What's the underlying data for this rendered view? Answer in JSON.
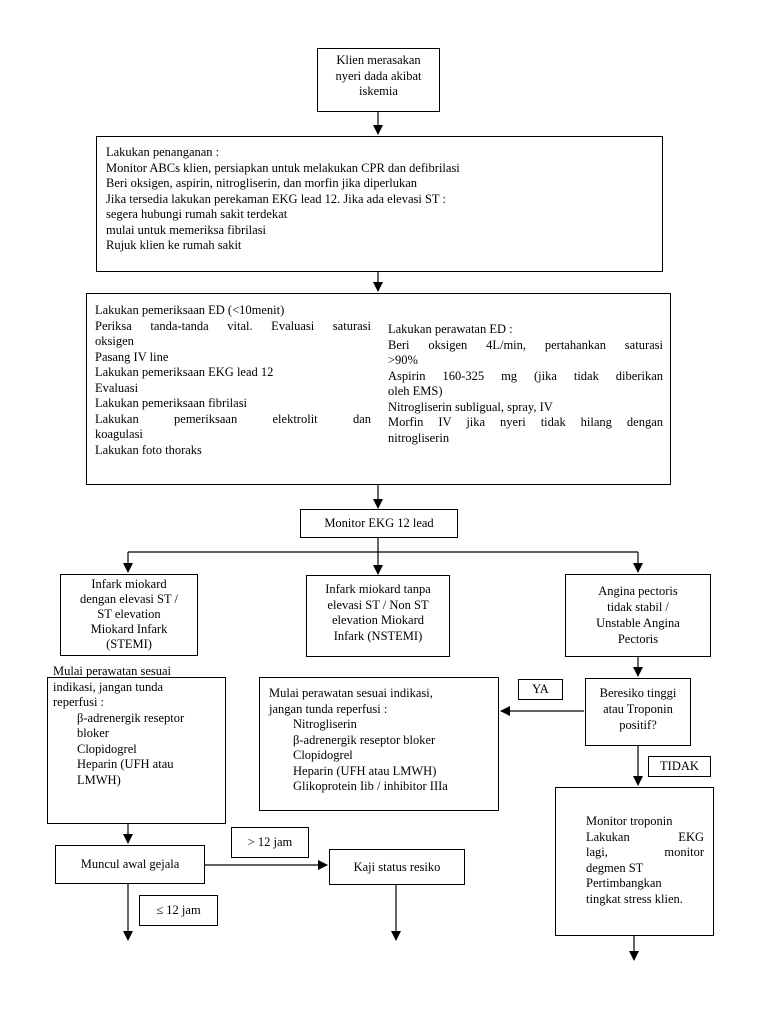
{
  "start": {
    "lines": [
      "Klien merasakan",
      "nyeri dada akibat",
      "iskemia"
    ]
  },
  "penanganan": {
    "lines": [
      "Lakukan penanganan :",
      "Monitor ABCs klien, persiapkan untuk melakukan CPR dan defibrilasi",
      "Beri oksigen, aspirin, nitrogliserin, dan morfin jika diperlukan",
      "Jika tersedia lakukan perekaman EKG lead 12. Jika ada elevasi ST :",
      "segera hubungi rumah sakit terdekat",
      "mulai untuk memeriksa fibrilasi",
      "Rujuk klien ke rumah sakit"
    ]
  },
  "pemeriksaan_ed": {
    "lines": [
      "Lakukan pemeriksaan ED (<10menit)",
      "Periksa tanda-tanda vital. Evaluasi saturasi",
      "oksigen",
      "Pasang IV line",
      "Lakukan pemeriksaan EKG lead 12",
      "Evaluasi",
      "Lakukan pemeriksaan fibrilasi",
      "Lakukan pemeriksaan elektrolit dan",
      "koagulasi",
      "Lakukan foto thoraks"
    ]
  },
  "perawatan_ed": {
    "lines": [
      "Lakukan perawatan ED :",
      "Beri oksigen 4L/min, pertahankan saturasi",
      ">90%",
      "Aspirin 160-325 mg (jika tidak diberikan",
      "oleh EMS)",
      "Nitrogliserin subligual, spray, IV",
      "Morfin IV jika nyeri tidak hilang dengan",
      "nitrogliserin"
    ]
  },
  "monitor_ekg": {
    "label": "Monitor EKG 12 lead"
  },
  "stemi": {
    "lines": [
      "Infark miokard",
      "dengan elevasi ST /",
      "ST elevation",
      "Miokard Infark",
      "(STEMI)"
    ]
  },
  "nstemi": {
    "lines": [
      "Infark miokard tanpa",
      "elevasi ST / Non ST",
      "elevation Miokard",
      "Infark (NSTEMI)"
    ]
  },
  "unstable": {
    "lines": [
      "Angina pectoris",
      "tidak stabil /",
      "Unstable Angina",
      "Pectoris"
    ]
  },
  "stemi_tx": {
    "lines": [
      "Mulai perawatan sesuai",
      "indikasi, jangan tunda",
      "reperfusi :"
    ],
    "items": [
      "β-adrenergik reseptor",
      "bloker",
      "Clopidogrel",
      "Heparin (UFH atau",
      "LMWH)"
    ]
  },
  "nstemi_tx": {
    "lines": [
      "Mulai perawatan sesuai indikasi,",
      "jangan tunda reperfusi :"
    ],
    "items": [
      "Nitrogliserin",
      "β-adrenergik reseptor bloker",
      "Clopidogrel",
      "Heparin (UFH atau LMWH)",
      "Glikoprotein Iib / inhibitor IIIa"
    ]
  },
  "beresiko": {
    "lines": [
      "Beresiko tinggi",
      "atau Troponin",
      "positif?"
    ]
  },
  "ya": {
    "label": "YA"
  },
  "tidak": {
    "label": "TIDAK"
  },
  "troponin": {
    "lines": [
      "Monitor troponin",
      "Lakukan EKG",
      "lagi, monitor",
      "degmen ST",
      "Pertimbangkan",
      "tingkat stress klien."
    ]
  },
  "gejala": {
    "label": "Muncul awal gejala"
  },
  "gt12": {
    "label": "> 12 jam"
  },
  "le12": {
    "label": "≤ 12 jam"
  },
  "kaji": {
    "label": "Kaji status resiko"
  }
}
